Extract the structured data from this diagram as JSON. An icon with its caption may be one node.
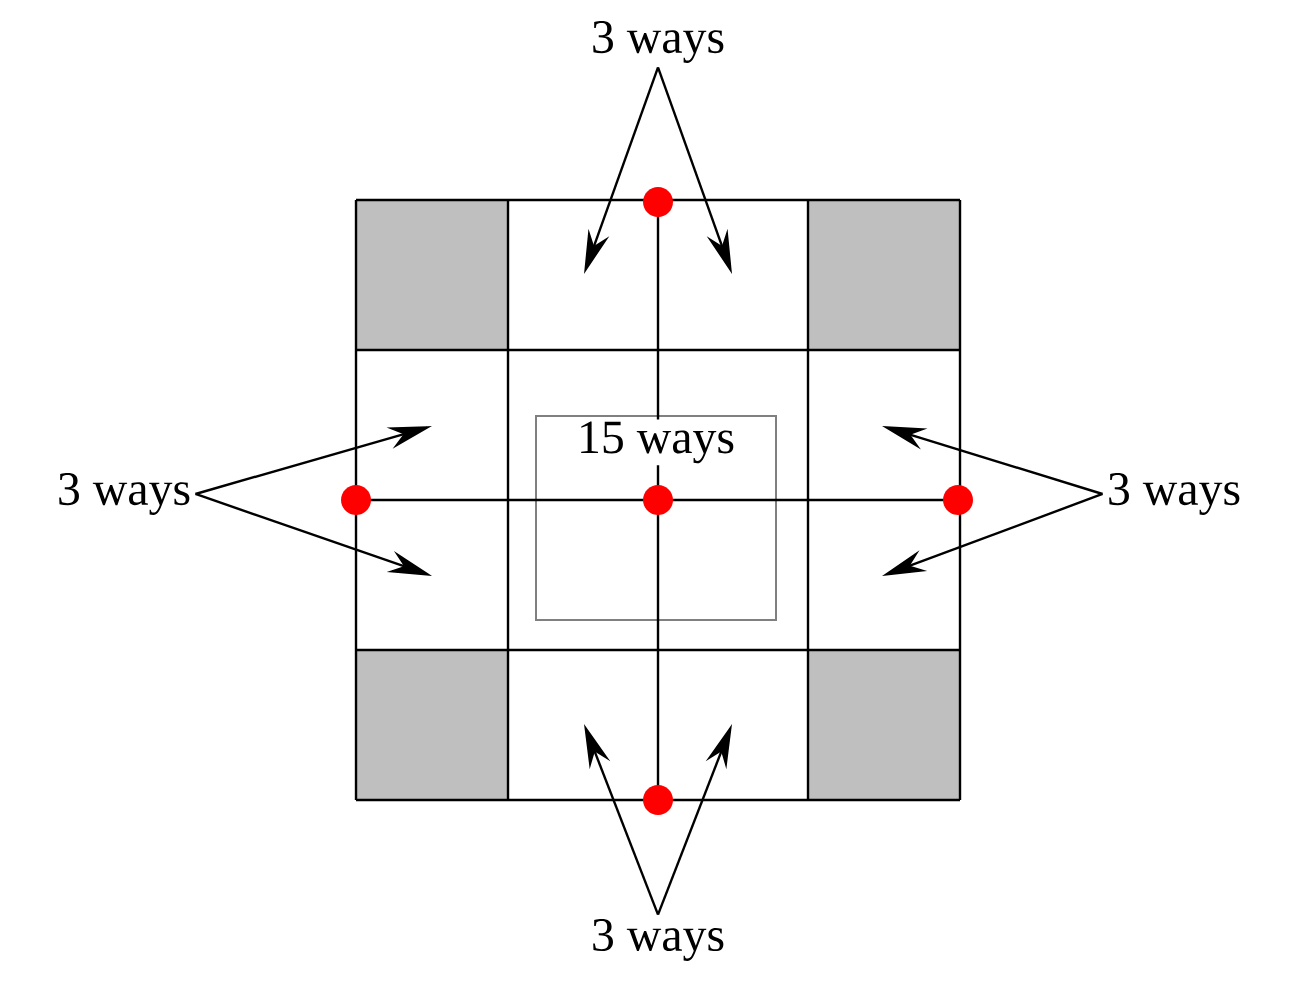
{
  "diagram": {
    "nodes": [
      {
        "text": [
          "3 ways"
        ]
      },
      {
        "text": [
          "3 ways"
        ]
      },
      {
        "text": [
          "15 ways"
        ]
      },
      {
        "text": [
          "3 ways"
        ]
      },
      {
        "text": [
          "3 ways"
        ]
      },
      {
        "text": [],
        "shape": "circle"
      },
      {
        "text": [],
        "shape": "circle"
      },
      {
        "text": [],
        "shape": "circle",
        "in": 2
      },
      {
        "text": [],
        "shape": "circle"
      },
      {
        "text": [],
        "shape": "circle"
      }
    ],
    "edges": [
      {
        "from": 7,
        "to": 5,
        "arrow": "none"
      },
      {
        "from": 7,
        "to": 6,
        "arrow": "none"
      },
      {
        "from": 7,
        "to": 8,
        "arrow": "none"
      },
      {
        "from": 7,
        "to": 9,
        "arrow": "none"
      },
      {
        "from": 0,
        "to": null,
        "arrow": "to"
      },
      {
        "from": 0,
        "to": null,
        "arrow": "to"
      },
      {
        "from": 1,
        "to": null,
        "arrow": "to"
      },
      {
        "from": 1,
        "to": null,
        "arrow": "to"
      },
      {
        "from": 3,
        "to": null,
        "arrow": "to"
      },
      {
        "from": 3,
        "to": null,
        "arrow": "to"
      },
      {
        "from": 4,
        "to": null,
        "arrow": "to"
      },
      {
        "from": 4,
        "to": null,
        "arrow": "to"
      }
    ]
  }
}
